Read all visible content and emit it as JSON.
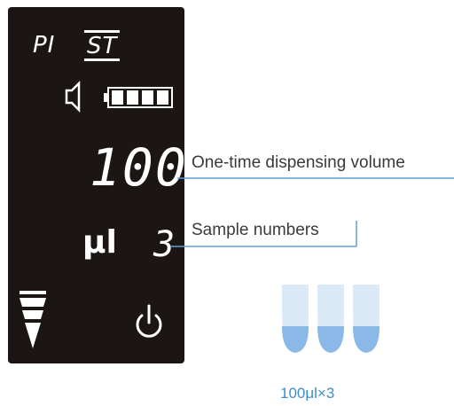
{
  "display": {
    "mode_left": "PI",
    "mode_right": "ST",
    "volume_value": "100",
    "unit": "μl",
    "sample_count": "3"
  },
  "callouts": {
    "volume_label": "One-time dispensing volume",
    "samples_label": "Sample numbers"
  },
  "caption": "100μl×3",
  "colors": {
    "lcd_background": "#1b1614",
    "segment": "#ffffff",
    "callout_line": "#5aa0d8",
    "caption": "#3d8fd0",
    "tube_body": "#dce9f6",
    "tube_liquid": "#8ab9e8"
  },
  "icons": {
    "sound": "speaker-icon",
    "battery": "battery-icon",
    "stack": "stacked-triangles-icon",
    "power": "power-icon"
  },
  "battery_level": 1.0
}
